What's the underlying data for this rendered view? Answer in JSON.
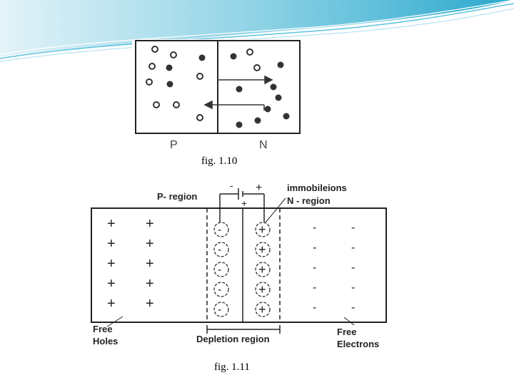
{
  "slide": {
    "accent_color": "#3fb6d6",
    "fig1": {
      "caption": "fig. 1.10",
      "labels": {
        "p_side": "P",
        "n_side": "N"
      }
    },
    "fig2": {
      "caption": "fig. 1.11",
      "labels": {
        "p_region": "P- region",
        "immobile_ions": "immobileions",
        "n_region": "N - region",
        "depletion_region": "Depletion region",
        "free_holes_1": "Free",
        "free_holes_2": "Holes",
        "free_electrons_1": "Free",
        "free_electrons_2": "Electrons",
        "plus": "+",
        "minus": "-"
      }
    }
  }
}
